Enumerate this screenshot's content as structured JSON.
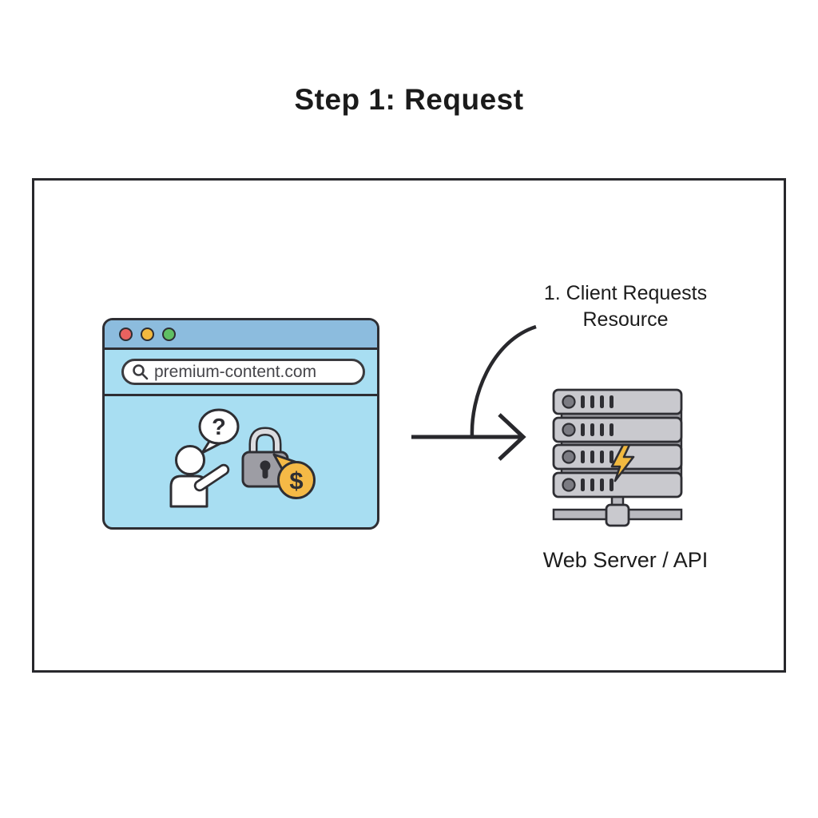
{
  "title": "Step 1: Request",
  "diagram": {
    "browser": {
      "url": "premium-content.com",
      "question_mark": "?",
      "dollar_sign": "$",
      "traffic_light_colors": [
        "#e8625f",
        "#f2b93f",
        "#5fbf63"
      ]
    },
    "flow": {
      "label_line1": "1. Client Requests",
      "label_line2": "Resource"
    },
    "server": {
      "label": "Web Server / API"
    },
    "colors": {
      "outline": "#2e2e33",
      "frame_border": "#28282c",
      "browser_titlebar": "#8cbcde",
      "browser_body": "#a8def2",
      "server_unit": "#c9c9ce",
      "server_strip": "#9b9ba1",
      "lock_body": "#9d9da4",
      "lock_shackle": "#dcdce0",
      "coin": "#f5b946",
      "bolt": "#f2b93f"
    }
  }
}
